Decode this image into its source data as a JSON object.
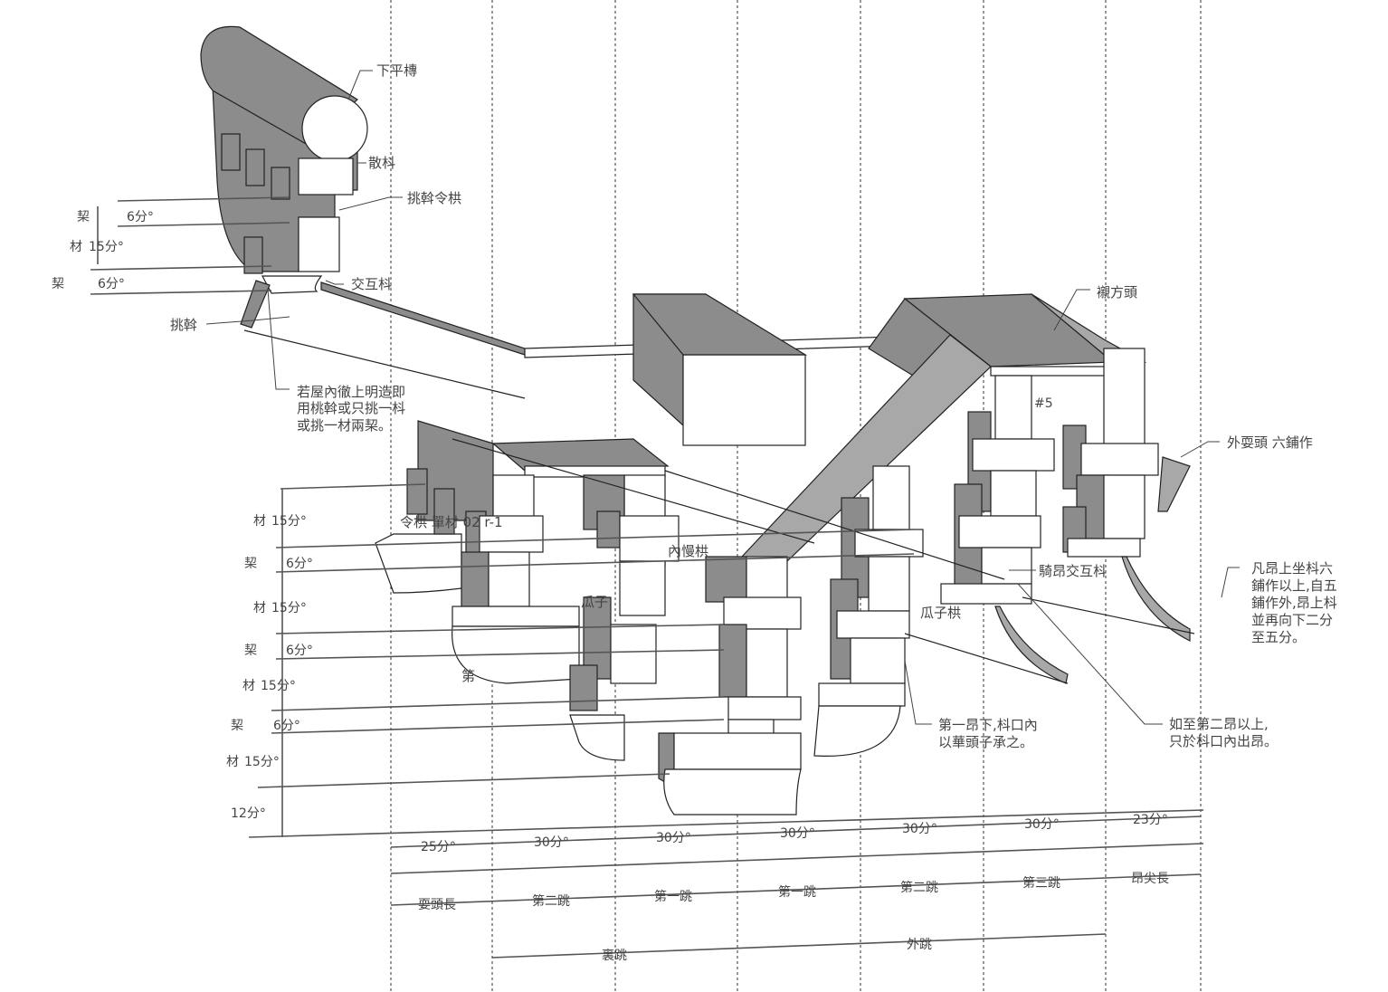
{
  "labels": {
    "purlin": "下平槫",
    "san_dou": "散枓",
    "tiaowo_linggong": "挑斡令栱",
    "jiaohu_dou": "交互枓",
    "tiaowo": "挑斡",
    "note_inner": [
      "若屋內徹上明造即",
      "用桃斡或只挑一枓",
      "或挑一材兩栔。"
    ],
    "chenfangtou": "襯方頭",
    "hash5": "#5",
    "wai_shuatou": "外耍頭 六鋪作",
    "note_ang": [
      "凡昂上坐枓六",
      "鋪作以上,自五",
      "鋪作外,昂上枓",
      "並再向下二分",
      "至五分。"
    ],
    "qiang_jiaohu_dou": "騎昂交互枓",
    "guazi_gong": "瓜子栱",
    "note_first_ang": [
      "第一昂下,枓口內",
      "以華頭子承之。"
    ],
    "note_second_ang": [
      "如至第二昂以上,",
      "只於枓口內出昂。"
    ],
    "linggong_tag": "令栱 單材 02 r-1",
    "nei_mangong": "內慢栱",
    "guazi": "瓜子",
    "di": "第"
  },
  "left_dims_top": [
    {
      "name": "栔",
      "value": "6分°"
    },
    {
      "name": "材",
      "value": "15分°"
    },
    {
      "name": "栔",
      "value": "6分°"
    }
  ],
  "left_dims_main": [
    {
      "name": "材",
      "value": "15分°"
    },
    {
      "name": "栔",
      "value": "6分°"
    },
    {
      "name": "材",
      "value": "15分°"
    },
    {
      "name": "栔",
      "value": "6分°"
    },
    {
      "name": "材",
      "value": "15分°"
    },
    {
      "name": "栔",
      "value": "6分°"
    },
    {
      "name": "材",
      "value": "15分°"
    },
    {
      "name": "",
      "value": "12分°"
    }
  ],
  "bottom_dims": [
    "25分°",
    "30分°",
    "30分°",
    "30分°",
    "30分°",
    "30分°",
    "23分°"
  ],
  "bottom_names": [
    "耍頭長",
    "第二跳",
    "第一跳",
    "第一跳",
    "第二跳",
    "第三跳",
    "昂尖長"
  ],
  "bottom_spans": {
    "inner": "裏跳",
    "outer": "外跳"
  }
}
